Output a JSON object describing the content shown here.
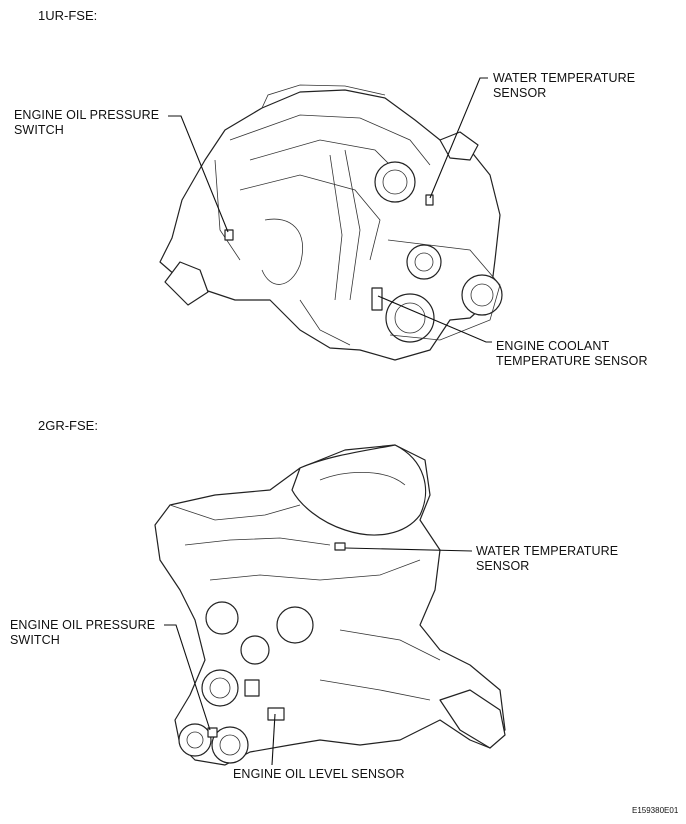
{
  "sections": [
    {
      "heading": "1UR-FSE:",
      "labels": {
        "water_temp_line1": "WATER TEMPERATURE",
        "water_temp_line2": "SENSOR",
        "oil_pressure_line1": "ENGINE OIL PRESSURE",
        "oil_pressure_line2": "SWITCH",
        "coolant_line1": "ENGINE COOLANT",
        "coolant_line2": "TEMPERATURE SENSOR"
      }
    },
    {
      "heading": "2GR-FSE:",
      "labels": {
        "water_temp_line1": "WATER TEMPERATURE",
        "water_temp_line2": "SENSOR",
        "oil_pressure_line1": "ENGINE OIL PRESSURE",
        "oil_pressure_line2": "SWITCH",
        "oil_level": "ENGINE OIL LEVEL SENSOR"
      }
    }
  ],
  "figure_code": "E159380E01"
}
